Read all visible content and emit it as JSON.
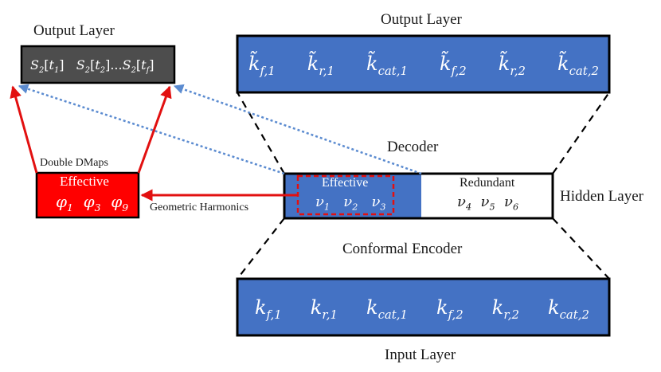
{
  "colors": {
    "blue_fill": "#4472C4",
    "blue_edge": "#2F528F",
    "gray_fill": "#4D4D4D",
    "red_fill": "#FF0000",
    "red_arrow": "#E21010",
    "dotted_blue": "#5B8BD0",
    "black": "#000000"
  },
  "labels": {
    "left_output_title": "Output Layer",
    "right_output_title": "Output Layer",
    "decoder": "Decoder",
    "conformal_encoder": "Conformal Encoder",
    "input_layer": "Input Layer",
    "hidden_layer": "Hidden Layer",
    "double_dmaps": "Double DMaps",
    "geometric_harmonics": "Geometric Harmonics",
    "effective_red": "Effective",
    "effective_hidden": "Effective",
    "redundant": "Redundant"
  },
  "left_output_seq": {
    "item1": {
      "base": "S",
      "sub": "2",
      "arg": "t",
      "arg_sub": "1"
    },
    "item2": {
      "base": "S",
      "sub": "2",
      "arg": "t",
      "arg_sub": "2"
    },
    "ellipsis": "...",
    "item3": {
      "base": "S",
      "sub": "2",
      "arg": "t",
      "arg_sub": "f"
    }
  },
  "output_vars": [
    {
      "base": "k̃",
      "sub": "f,1"
    },
    {
      "base": "k̃",
      "sub": "r,1"
    },
    {
      "base": "k̃",
      "sub": "cat,1"
    },
    {
      "base": "k̃",
      "sub": "f,2"
    },
    {
      "base": "k̃",
      "sub": "r,2"
    },
    {
      "base": "k̃",
      "sub": "cat,2"
    }
  ],
  "input_vars": [
    {
      "base": "k",
      "sub": "f,1"
    },
    {
      "base": "k",
      "sub": "r,1"
    },
    {
      "base": "k",
      "sub": "cat,1"
    },
    {
      "base": "k",
      "sub": "f,2"
    },
    {
      "base": "k",
      "sub": "r,2"
    },
    {
      "base": "k",
      "sub": "cat,2"
    }
  ],
  "phi_vars": [
    {
      "base": "φ",
      "sub": "1"
    },
    {
      "base": "φ",
      "sub": "3"
    },
    {
      "base": "φ",
      "sub": "9"
    }
  ],
  "nu_effective": [
    {
      "base": "ν",
      "sub": "1"
    },
    {
      "base": "ν",
      "sub": "2"
    },
    {
      "base": "ν",
      "sub": "3"
    }
  ],
  "nu_redundant": [
    {
      "base": "ν",
      "sub": "4"
    },
    {
      "base": "ν",
      "sub": "5"
    },
    {
      "base": "ν",
      "sub": "6"
    }
  ]
}
